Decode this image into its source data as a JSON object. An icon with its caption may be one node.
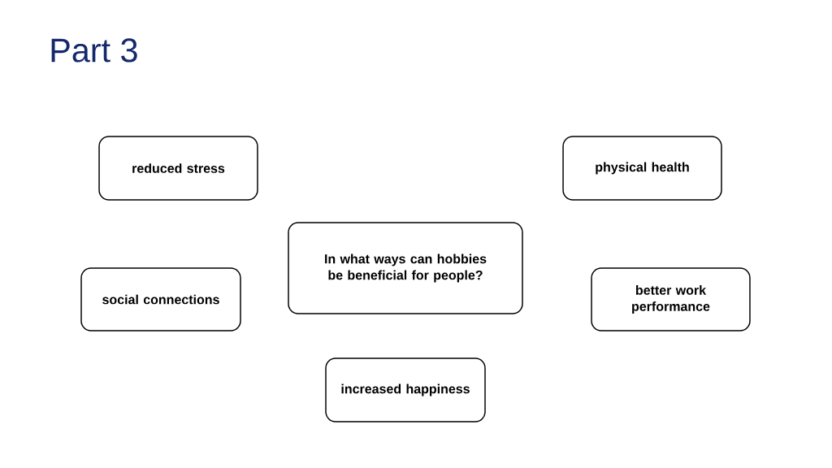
{
  "diagram": {
    "title": "Part 3",
    "nodes": [
      {
        "text": [
          "reduced stress"
        ]
      },
      {
        "text": [
          "physical health"
        ]
      },
      {
        "text": [
          "In what ways can hobbies be beneficial for people?"
        ]
      },
      {
        "text": [
          "social connections"
        ]
      },
      {
        "text": [
          "better work performance"
        ]
      },
      {
        "text": [
          "increased happiness"
        ]
      }
    ],
    "edges": []
  }
}
